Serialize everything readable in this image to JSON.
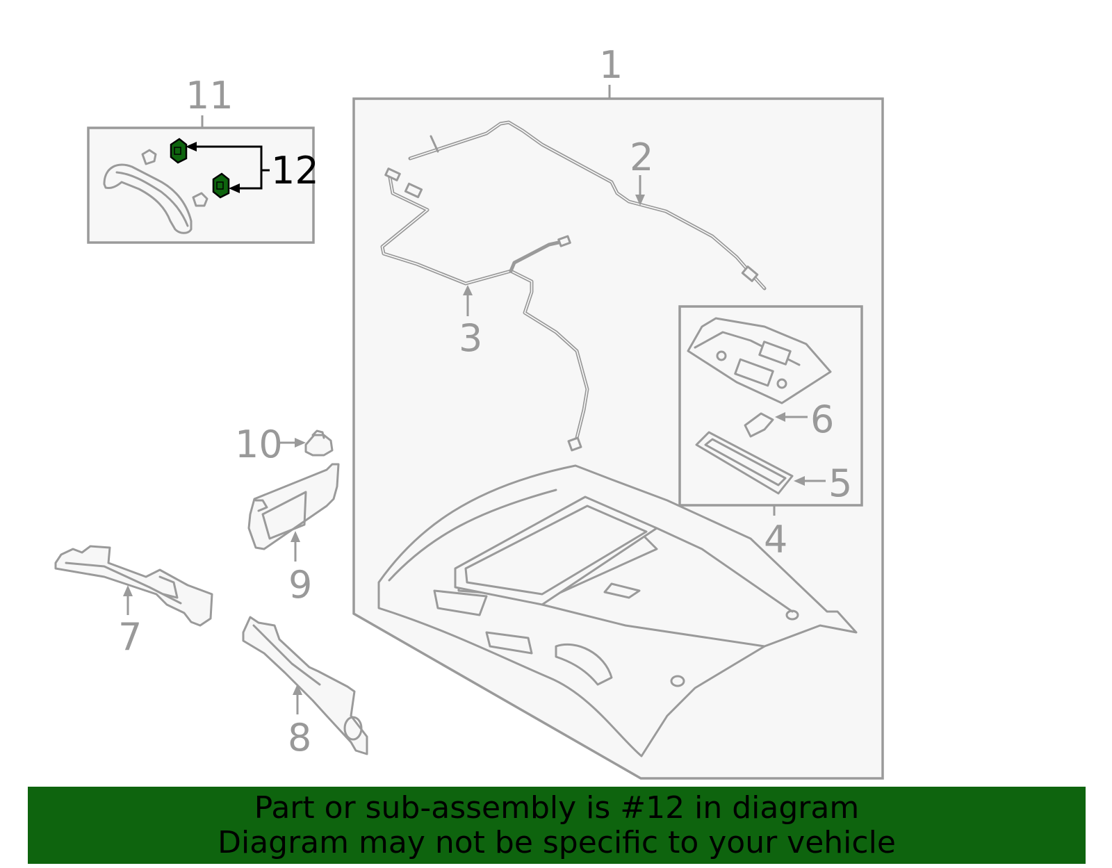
{
  "callouts": {
    "c1": "1",
    "c2": "2",
    "c3": "3",
    "c4": "4",
    "c5": "5",
    "c6": "6",
    "c7": "7",
    "c8": "8",
    "c9": "9",
    "c10": "10",
    "c11": "11",
    "c12": "12"
  },
  "banner": {
    "line1": "Part or sub-assembly is #12 in diagram",
    "line2": "Diagram may not be specific to your vehicle"
  },
  "colors": {
    "highlight": "#0e640e",
    "part_line": "#9a9a9a",
    "box_fill": "#f7f7f7",
    "target_callout": "#000000"
  }
}
